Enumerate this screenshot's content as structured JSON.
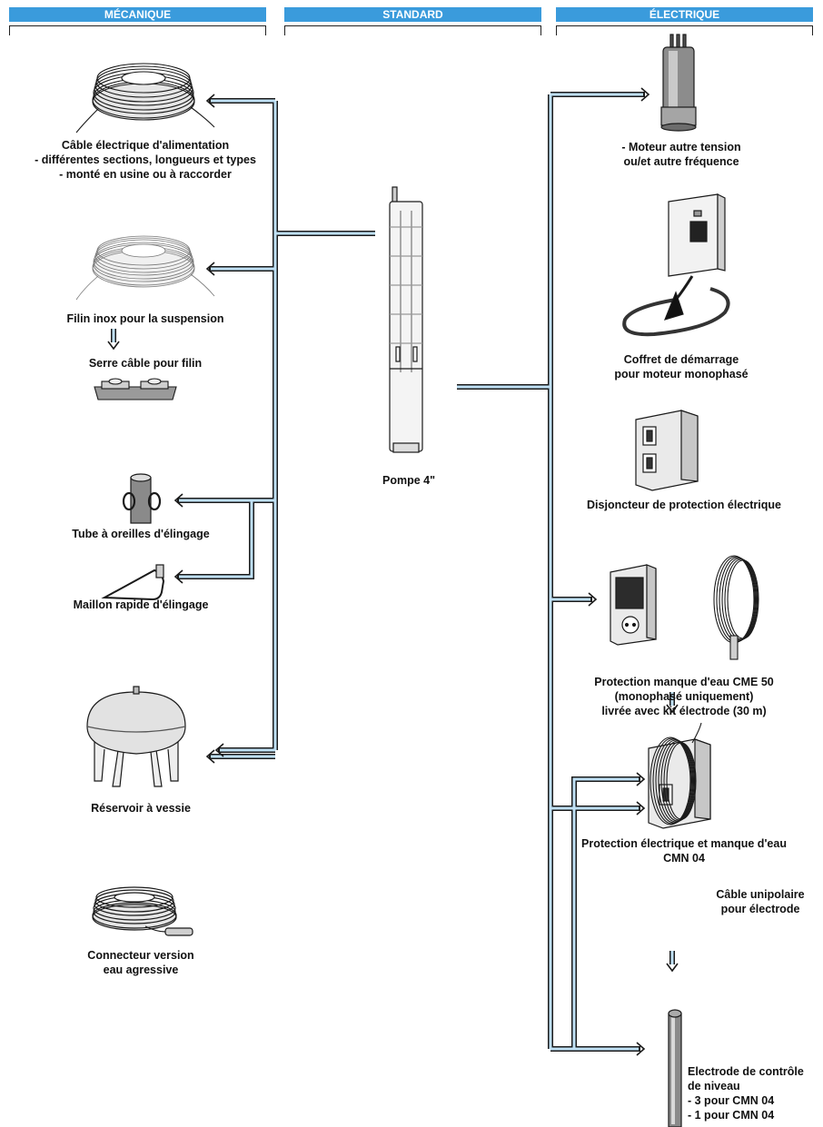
{
  "headers": {
    "mecanique": "MÉCANIQUE",
    "standard": "STANDARD",
    "electrique": "ÉLECTRIQUE"
  },
  "colors": {
    "header_bg": "#3a9bdc",
    "connector": "#bfe0f4",
    "outline": "#1a1a1a"
  },
  "mecanique": {
    "cable_alim": [
      "Câble électrique d'alimentation",
      "- différentes sections, longueurs et types",
      "- monté en usine ou à raccorder"
    ],
    "filin": "Filin inox pour la suspension",
    "serre_cable": "Serre câble pour filin",
    "tube": "Tube à oreilles d'élingage",
    "maillon": "Maillon rapide d'élingage",
    "reservoir": "Réservoir à vessie",
    "connecteur": [
      "Connecteur version",
      "eau agressive"
    ]
  },
  "standard": {
    "pompe": "Pompe 4\""
  },
  "electrique": {
    "moteur": [
      "- Moteur autre tension",
      "ou/et autre fréquence"
    ],
    "coffret": [
      "Coffret de démarrage",
      "pour moteur monophasé"
    ],
    "disjoncteur": "Disjoncteur de protection électrique",
    "cme": [
      "Protection manque d'eau CME 50",
      "(monophasé uniquement)",
      "livrée avec kit électrode (30 m)"
    ],
    "cmn": [
      "Protection électrique et manque d'eau",
      "CMN 04"
    ],
    "cable_uni": [
      "Câble unipolaire",
      "pour électrode"
    ],
    "electrode": [
      "Electrode de contrôle",
      "de niveau",
      "- 3 pour CMN 04",
      "- 1 pour CMN 04"
    ]
  }
}
